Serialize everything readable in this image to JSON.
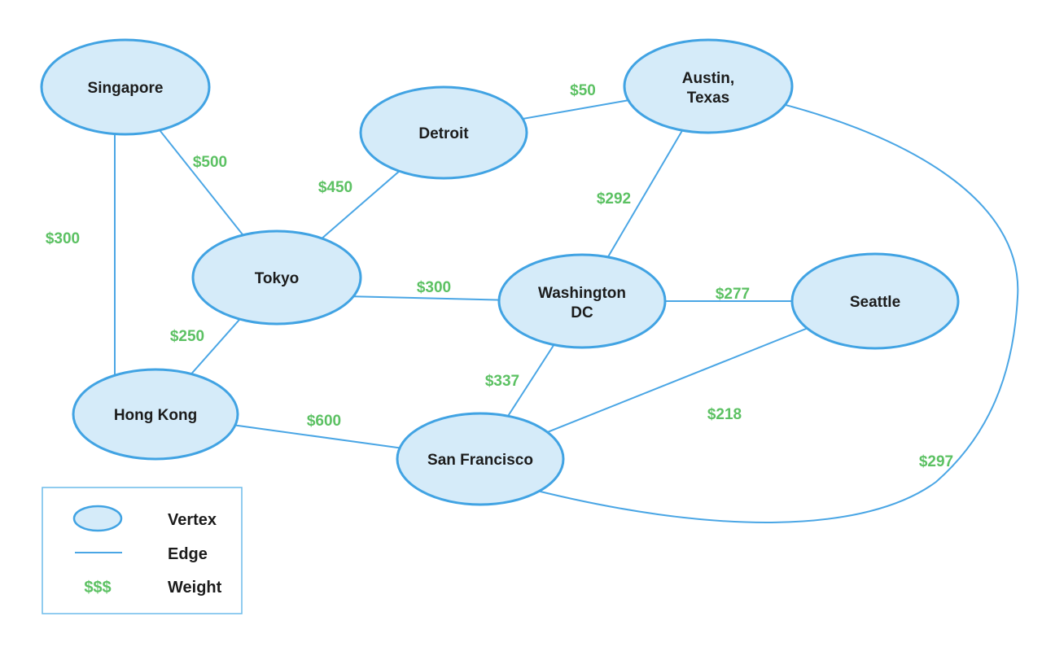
{
  "diagram": {
    "type": "weighted-undirected-graph",
    "nodes": [
      {
        "id": "singapore",
        "label": "Singapore"
      },
      {
        "id": "detroit",
        "label": "Detroit"
      },
      {
        "id": "austin",
        "label": "Austin,",
        "label2": "Texas"
      },
      {
        "id": "tokyo",
        "label": "Tokyo"
      },
      {
        "id": "washington-dc",
        "label": "Washington",
        "label2": "DC"
      },
      {
        "id": "seattle",
        "label": "Seattle"
      },
      {
        "id": "hong-kong",
        "label": "Hong Kong"
      },
      {
        "id": "san-francisco",
        "label": "San Francisco"
      }
    ],
    "edges": [
      {
        "from": "Singapore",
        "to": "Hong Kong",
        "weight": "$300"
      },
      {
        "from": "Singapore",
        "to": "Tokyo",
        "weight": "$500"
      },
      {
        "from": "Tokyo",
        "to": "Detroit",
        "weight": "$450"
      },
      {
        "from": "Detroit",
        "to": "Austin, Texas",
        "weight": "$50"
      },
      {
        "from": "Austin, Texas",
        "to": "Washington DC",
        "weight": "$292"
      },
      {
        "from": "Tokyo",
        "to": "Washington DC",
        "weight": "$300"
      },
      {
        "from": "Tokyo",
        "to": "Hong Kong",
        "weight": "$250"
      },
      {
        "from": "Hong Kong",
        "to": "San Francisco",
        "weight": "$600"
      },
      {
        "from": "Washington DC",
        "to": "San Francisco",
        "weight": "$337"
      },
      {
        "from": "Washington DC",
        "to": "Seattle",
        "weight": "$277"
      },
      {
        "from": "San Francisco",
        "to": "Seattle",
        "weight": "$218"
      },
      {
        "from": "San Francisco",
        "to": "Austin, Texas",
        "weight": "$297"
      }
    ]
  },
  "legend": {
    "vertex_label": "Vertex",
    "edge_label": "Edge",
    "weight_symbol": "$$$",
    "weight_label": "Weight"
  },
  "colors": {
    "node_fill": "#d5ebf9",
    "node_stroke": "#41a3e3",
    "edge_stroke": "#4aa6e5",
    "weight_text": "#5cc163",
    "node_text": "#1c1c1c"
  }
}
